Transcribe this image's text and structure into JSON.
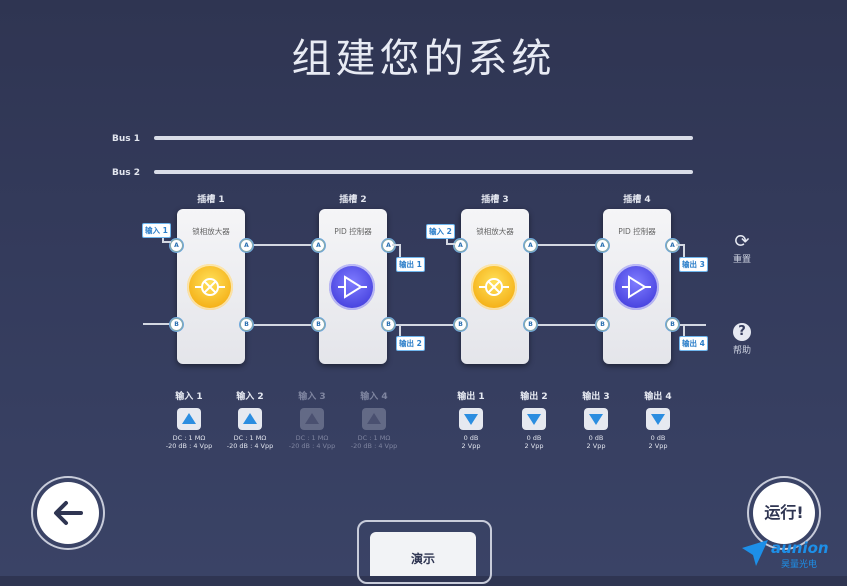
{
  "title": "组建您的系统",
  "buses": [
    {
      "label": "Bus 1"
    },
    {
      "label": "Bus 2"
    }
  ],
  "slots": [
    {
      "label": "插槽 1",
      "module": "锁相放大器",
      "type": "mixer"
    },
    {
      "label": "插槽 2",
      "module": "PID 控制器",
      "type": "pid"
    },
    {
      "label": "插槽 3",
      "module": "锁相放大器",
      "type": "mixer"
    },
    {
      "label": "插槽 4",
      "module": "PID 控制器",
      "type": "pid"
    }
  ],
  "ports": {
    "a": "A",
    "b": "B"
  },
  "tags": {
    "in1": "输入 1",
    "in2": "输入 2",
    "out1": "输出 1",
    "out2": "输出 2",
    "out3": "输出 3",
    "out4": "输出 4"
  },
  "side": {
    "reset": "重置",
    "help": "帮助",
    "help_symbol": "?"
  },
  "inputs": [
    {
      "label": "输入 1",
      "spec": "DC : 1 MΩ\n-20 dB : 4 Vpp",
      "enabled": true
    },
    {
      "label": "输入 2",
      "spec": "DC : 1 MΩ\n-20 dB : 4 Vpp",
      "enabled": true
    },
    {
      "label": "输入 3",
      "spec": "DC : 1 MΩ\n-20 dB : 4 Vpp",
      "enabled": false
    },
    {
      "label": "输入 4",
      "spec": "DC : 1 MΩ\n-20 dB : 4 Vpp",
      "enabled": false
    }
  ],
  "outputs": [
    {
      "label": "输出 1",
      "spec": "0 dB\n2 Vpp"
    },
    {
      "label": "输出 2",
      "spec": "0 dB\n2 Vpp"
    },
    {
      "label": "输出 3",
      "spec": "0 dB\n2 Vpp"
    },
    {
      "label": "输出 4",
      "spec": "0 dB\n2 Vpp"
    }
  ],
  "buttons": {
    "back_icon": "left-arrow-icon",
    "run": "运行!",
    "demo": "演示"
  },
  "logo": {
    "name": "aunion",
    "sub": "昊量光电"
  },
  "colors": {
    "accent": "#2b8de0",
    "mixer": "#f5b21a",
    "pid": "#4a45e0",
    "background": "#343b5c"
  }
}
